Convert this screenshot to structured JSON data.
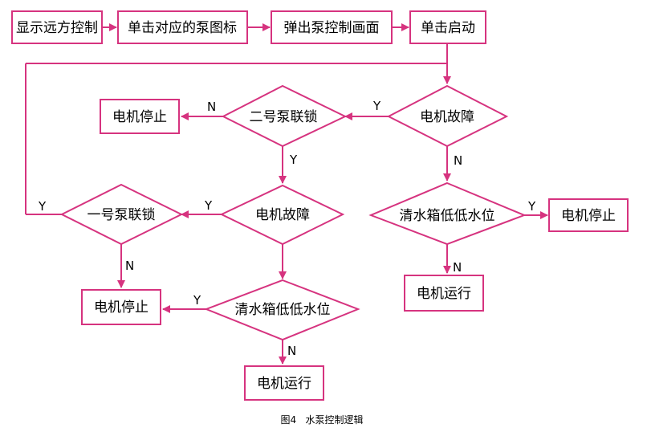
{
  "colors": {
    "stroke": "#d6337f",
    "text": "#000000",
    "background": "#ffffff"
  },
  "nodes": {
    "remote_control": "显示远方控制",
    "click_pump_icon": "单击对应的泵图标",
    "popup_pump_screen": "弹出泵控制画面",
    "click_start": "单击启动",
    "motor_fault_a": "电机故障",
    "pump2_interlock": "二号泵联锁",
    "motor_stop_a": "电机停止",
    "clean_tank_low_a": "清水箱低低水位",
    "motor_stop_b": "电机停止",
    "motor_run_a": "电机运行",
    "motor_fault_b": "电机故障",
    "pump1_interlock": "一号泵联锁",
    "motor_stop_c": "电机停止",
    "clean_tank_low_b": "清水箱低低水位",
    "motor_stop_d": "电机停止",
    "motor_run_b": "电机运行"
  },
  "labels": {
    "yes": "Y",
    "no": "N"
  },
  "caption": "图4   水泵控制逻辑"
}
